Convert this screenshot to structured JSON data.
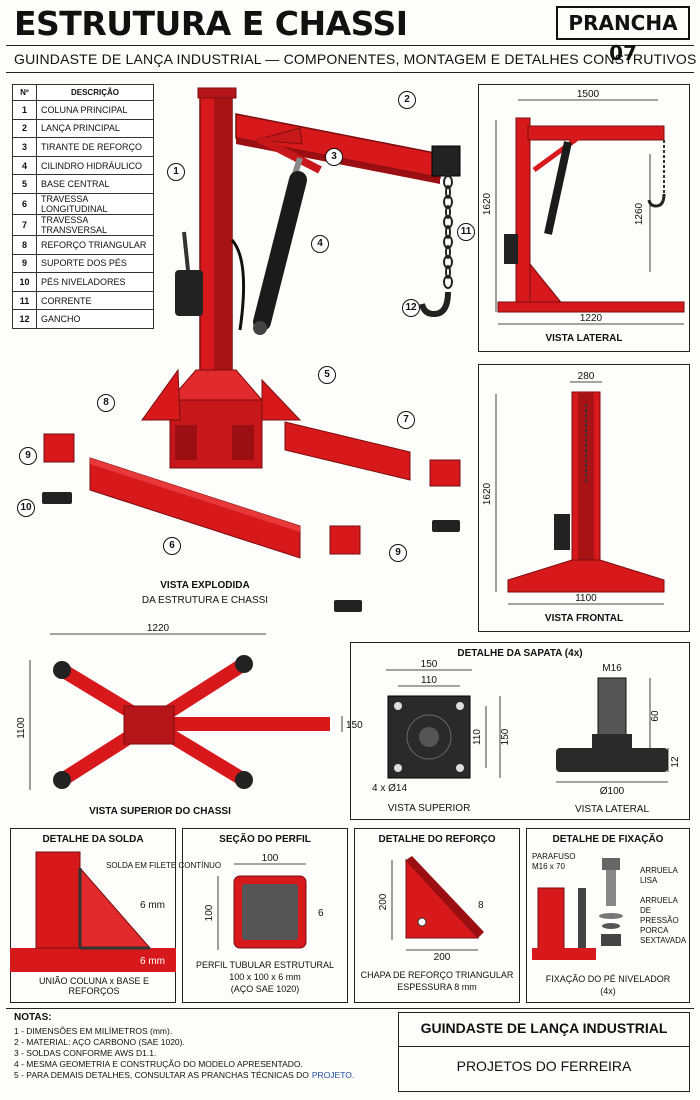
{
  "header": {
    "title": "ESTRUTURA E CHASSI",
    "plate": "PRANCHA 07",
    "subtitle": "GUINDASTE DE LANÇA INDUSTRIAL — COMPONENTES, MONTAGEM E DETALHES CONSTRUTIVOS"
  },
  "legend": {
    "col_num": "Nº",
    "col_desc": "DESCRIÇÃO",
    "items": [
      {
        "n": "1",
        "desc": "COLUNA PRINCIPAL"
      },
      {
        "n": "2",
        "desc": "LANÇA PRINCIPAL"
      },
      {
        "n": "3",
        "desc": "TIRANTE DE REFORÇO"
      },
      {
        "n": "4",
        "desc": "CILINDRO HIDRÁULICO"
      },
      {
        "n": "5",
        "desc": "BASE CENTRAL"
      },
      {
        "n": "6",
        "desc": "TRAVESSA LONGITUDINAL"
      },
      {
        "n": "7",
        "desc": "TRAVESSA TRANSVERSAL"
      },
      {
        "n": "8",
        "desc": "REFORÇO TRIANGULAR"
      },
      {
        "n": "9",
        "desc": "SUPORTE DOS PÉS"
      },
      {
        "n": "10",
        "desc": "PÉS NIVELADORES"
      },
      {
        "n": "11",
        "desc": "CORRENTE"
      },
      {
        "n": "12",
        "desc": "GANCHO"
      }
    ]
  },
  "exploded": {
    "title": "VISTA EXPLODIDA",
    "subtitle": "DA ESTRUTURA E CHASSI"
  },
  "side_view": {
    "title": "VISTA LATERAL",
    "dim_width": "1500",
    "dim_height": "1620",
    "dim_hook": "1260",
    "dim_base": "1220"
  },
  "front_view": {
    "title": "VISTA FRONTAL",
    "dim_top": "280",
    "dim_height": "1620",
    "dim_base": "1100"
  },
  "top_view": {
    "title": "VISTA SUPERIOR DO CHASSI",
    "dim_width": "1220",
    "dim_height": "1100",
    "dim_beam": "150"
  },
  "foot_detail": {
    "title": "DETALHE DA SAPATA (4x)",
    "dim_outer": "150",
    "dim_inner": "110",
    "dim_side_inner": "110",
    "dim_side_outer": "150",
    "holes": "4 x Ø14",
    "view_top": "VISTA SUPERIOR",
    "thread": "M16",
    "dim_thread_len": "60",
    "dim_base_th": "12",
    "dim_dia": "Ø100",
    "view_side": "VISTA LATERAL"
  },
  "weld": {
    "title": "DETALHE DA SOLDA",
    "callout": "SOLDA EM FILETE CONTÍNUO",
    "size1": "6 mm",
    "size2": "6 mm",
    "caption": "UNIÃO COLUNA x BASE E REFORÇOS"
  },
  "profile": {
    "title": "SEÇÃO DO PERFIL",
    "dim_w": "100",
    "dim_h": "100",
    "dim_t": "6",
    "caption1": "PERFIL TUBULAR ESTRUTURAL",
    "caption2": "100 x 100 x 6 mm",
    "caption3": "(AÇO SAE 1020)"
  },
  "gusset": {
    "title": "DETALHE DO REFORÇO",
    "dim_h": "200",
    "dim_w": "200",
    "dim_t": "8",
    "caption1": "CHAPA DE REFORÇO TRIANGULAR",
    "caption2": "ESPESSURA 8 mm"
  },
  "fixing": {
    "title": "DETALHE DE FIXAÇÃO",
    "bolt": "PARAFUSO M16 x 70",
    "washer": "ARRUELA LISA",
    "spring": "ARRUELA DE PRESSÃO",
    "nut": "PORCA SEXTAVADA",
    "caption1": "FIXAÇÃO DO PÉ NIVELADOR",
    "caption2": "(4x)"
  },
  "notes": {
    "title": "NOTAS:",
    "items": [
      "1 - DIMENSÕES EM MILÍMETROS (mm).",
      "2 - MATERIAL: AÇO CARBONO (SAE 1020).",
      "3 - SOLDAS CONFORME AWS D1.1.",
      "4 - MESMA GEOMETRIA E CONSTRUÇÃO DO MODELO APRESENTADO.",
      "5 - PARA DEMAIS DETALHES, CONSULTAR AS PRANCHAS TÉCNICAS DO"
    ],
    "note5_link": "PROJETO."
  },
  "titleblock": {
    "name": "GUINDASTE DE LANÇA INDUSTRIAL",
    "author": "PROJETOS DO FERREIRA"
  },
  "colors": {
    "steel_red": "#d7191c",
    "dark_red": "#9b0f12",
    "black": "#1b1b1b"
  }
}
